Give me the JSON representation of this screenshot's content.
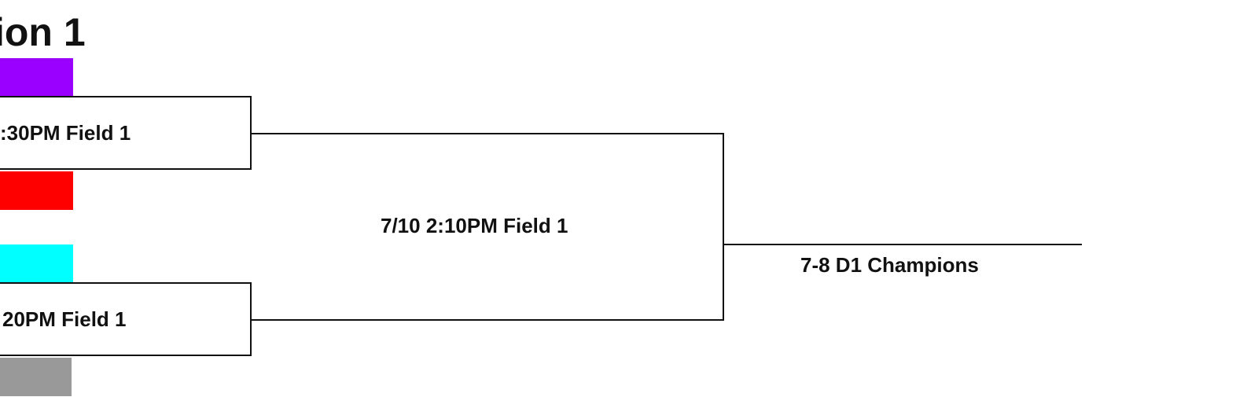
{
  "bracket": {
    "title": "ion 1",
    "matches": [
      {
        "label": ":30PM Field 1"
      },
      {
        "label": "20PM Field 1"
      }
    ],
    "final": {
      "label": "7/10 2:10PM Field 1"
    },
    "champion": {
      "label": "7-8 D1 Champions"
    },
    "team_colors": [
      "#9900ff",
      "#ff0000",
      "#00ffff",
      "#999999"
    ]
  }
}
